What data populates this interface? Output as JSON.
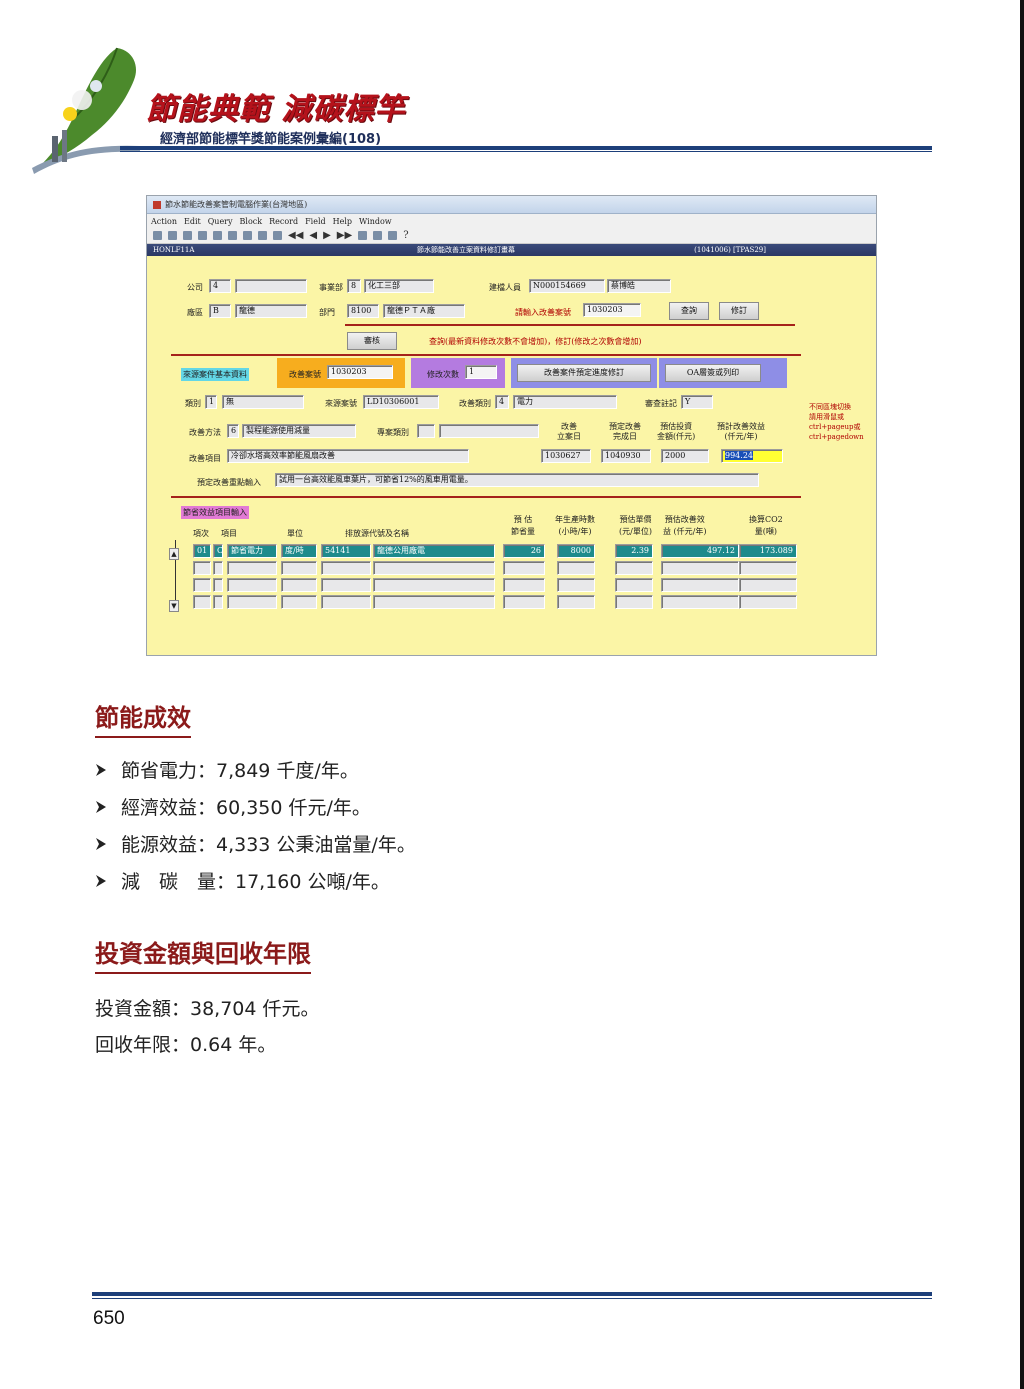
{
  "header": {
    "title": "節能典範 減碳標竿",
    "subtitle": "經濟部節能標竿獎節能案例彙編(108)"
  },
  "screenshot": {
    "window_title": "節水節能改善案管制電腦作業(台灣地區)",
    "menu": [
      "Action",
      "Edit",
      "Query",
      "Block",
      "Record",
      "Field",
      "Help",
      "Window"
    ],
    "form_id": "HONLF11A",
    "form_title": "節水節能改善立案資料修訂畫幕",
    "form_code": "(1041006) [TPAS29]",
    "company_label": "公司",
    "company_value": "4",
    "division_label": "事業部",
    "division_code": "8",
    "division_name": "化工三部",
    "builder_label": "建檔人員",
    "builder_id": "N000154669",
    "builder_name": "蔡博皓",
    "plant_area_label": "廠區",
    "plant_area_code": "B",
    "plant_area_name": "龍德",
    "dept_label": "部門",
    "dept_code": "8100",
    "dept_name": "龍德ＰＴＡ廠",
    "prompt_label": "請輸入改善案號",
    "prompt_value": "1030203",
    "query_button": "查詢",
    "edit_button": "修訂",
    "review_button": "審核",
    "query_note": "查詢(最新資料修改次數不會增加)，修訂(修改之次數會增加)",
    "basic_info_label": "來源案件基本資料",
    "case_no_label": "改善案號",
    "case_no_value": "1030203",
    "revision_label": "修改次數",
    "revision_value": "1",
    "progress_button": "改善案件預定進度修訂",
    "print_button": "OA層簽或列印",
    "category_label": "類別",
    "category_code": "1",
    "category_name": "無",
    "source_label": "來源案號",
    "source_value": "LD10306001",
    "improve_type_label": "改善類別",
    "improve_type_code": "4",
    "improve_type_name": "電力",
    "audit_label": "審查註記",
    "audit_value": "Y",
    "side_note": [
      "不同區塊切換",
      "請用滑鼠或",
      "ctrl+pageup或",
      "ctrl+pagedown"
    ],
    "method_label": "改善方法",
    "method_code": "6",
    "method_name": "製程能源使用減量",
    "project_type_label": "專案類別",
    "col_establish": [
      "改善",
      "立案日"
    ],
    "col_complete": [
      "預定改善",
      "完成日"
    ],
    "col_invest": [
      "預估投資",
      "金額(仟元)"
    ],
    "col_benefit": [
      "預計改善效益",
      "(仟元/年)"
    ],
    "item_label": "改善項目",
    "item_value": "冷卻水塔高效率節能風扇改善",
    "establish_date": "1030627",
    "complete_date": "1040930",
    "invest_amount": "2000",
    "benefit_value": "994.24",
    "focus_label": "預定改善重點輸入",
    "focus_value": "試用一台高效能風車葉片，可節省12%的風車用電量。",
    "saving_input_label": "節省效益項目輸入",
    "grid_headers": [
      "項次",
      "項目",
      "單位",
      "排放源代號及名稱",
      "預 估",
      "節省量",
      "年生產時數",
      "(小時/年)",
      "預估單價",
      "(元/單位)",
      "預估改善效",
      "益 (仟元/年)",
      "換算CO2",
      "量(噸)"
    ],
    "row": [
      "01",
      "C",
      "節省電力",
      "度/時",
      "54141",
      "龍德公用廠電",
      "26",
      "8000",
      "2.39",
      "497.12",
      "173.089"
    ]
  },
  "section_results": {
    "heading": "節能成效",
    "items": [
      "節省電力：7,849 千度/年。",
      "經濟效益：60,350 仟元/年。",
      "能源效益：4,333 公秉油當量/年。",
      "減　碳　量：17,160 公噸/年。"
    ]
  },
  "section_invest": {
    "heading": "投資金額與回收年限",
    "amount": "投資金額：38,704 仟元。",
    "payback": "回收年限：0.64 年。"
  },
  "footer": {
    "page_number": "650"
  },
  "colors": {
    "brand_red": "#b5121b",
    "heading_red": "#8b1a1a",
    "rule_blue": "#1d3f7a",
    "form_yellow": "#fbf5a6"
  }
}
